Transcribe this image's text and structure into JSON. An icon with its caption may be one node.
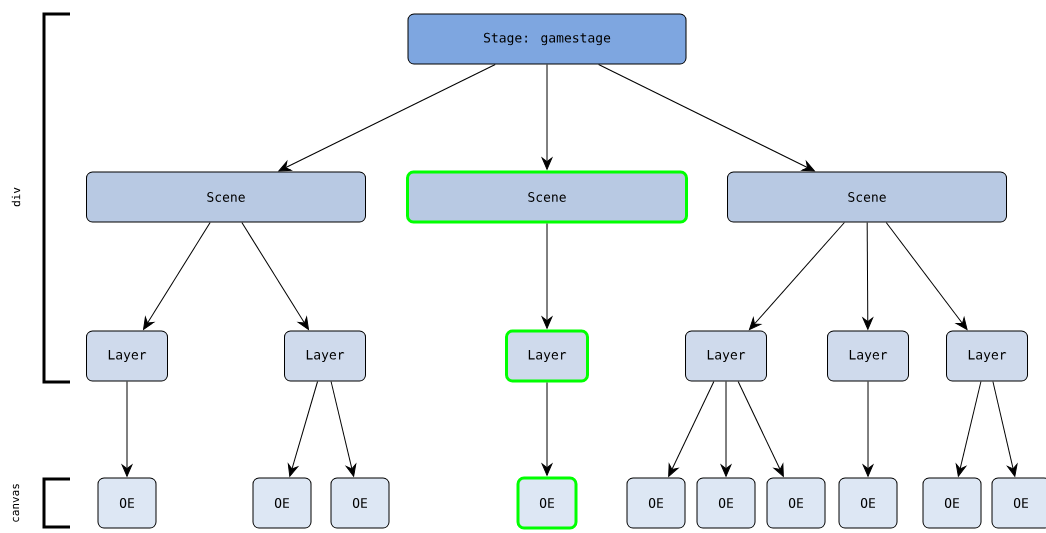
{
  "diagram": {
    "nodes": [
      {
        "text": [
          "Stage: gamestage"
        ]
      },
      {
        "text": [
          "Scene"
        ]
      },
      {
        "text": [
          "Scene"
        ]
      },
      {
        "text": [
          "Scene"
        ]
      },
      {
        "text": [
          "Layer"
        ]
      },
      {
        "text": [
          "Layer"
        ]
      },
      {
        "text": [
          "Layer"
        ]
      },
      {
        "text": [
          "Layer"
        ]
      },
      {
        "text": [
          "Layer"
        ]
      },
      {
        "text": [
          "Layer"
        ]
      },
      {
        "text": [
          "OE"
        ]
      },
      {
        "text": [
          "OE"
        ]
      },
      {
        "text": [
          "OE"
        ]
      },
      {
        "text": [
          "OE"
        ]
      },
      {
        "text": [
          "OE"
        ]
      },
      {
        "text": [
          "OE"
        ]
      },
      {
        "text": [
          "OE"
        ]
      },
      {
        "text": [
          "OE"
        ]
      },
      {
        "text": [
          "OE"
        ]
      },
      {
        "text": [
          "OE"
        ]
      }
    ],
    "edges": [
      {
        "from": 0,
        "to": 1,
        "arrow": "to"
      },
      {
        "from": 0,
        "to": 2,
        "arrow": "to"
      },
      {
        "from": 0,
        "to": 3,
        "arrow": "to"
      },
      {
        "from": 1,
        "to": 4,
        "arrow": "to"
      },
      {
        "from": 1,
        "to": 5,
        "arrow": "to"
      },
      {
        "from": 2,
        "to": 6,
        "arrow": "to"
      },
      {
        "from": 3,
        "to": 7,
        "arrow": "to"
      },
      {
        "from": 3,
        "to": 8,
        "arrow": "to"
      },
      {
        "from": 3,
        "to": 9,
        "arrow": "to"
      },
      {
        "from": 4,
        "to": 10,
        "arrow": "to"
      },
      {
        "from": 5,
        "to": 11,
        "arrow": "to"
      },
      {
        "from": 5,
        "to": 12,
        "arrow": "to"
      },
      {
        "from": 6,
        "to": 13,
        "arrow": "to"
      },
      {
        "from": 7,
        "to": 14,
        "arrow": "to"
      },
      {
        "from": 7,
        "to": 15,
        "arrow": "to"
      },
      {
        "from": 7,
        "to": 16,
        "arrow": "to"
      },
      {
        "from": 8,
        "to": 17,
        "arrow": "to"
      },
      {
        "from": 9,
        "to": 18,
        "arrow": "to"
      },
      {
        "from": 9,
        "to": 19,
        "arrow": "to"
      }
    ],
    "labels": [
      "div",
      "canvas"
    ]
  }
}
